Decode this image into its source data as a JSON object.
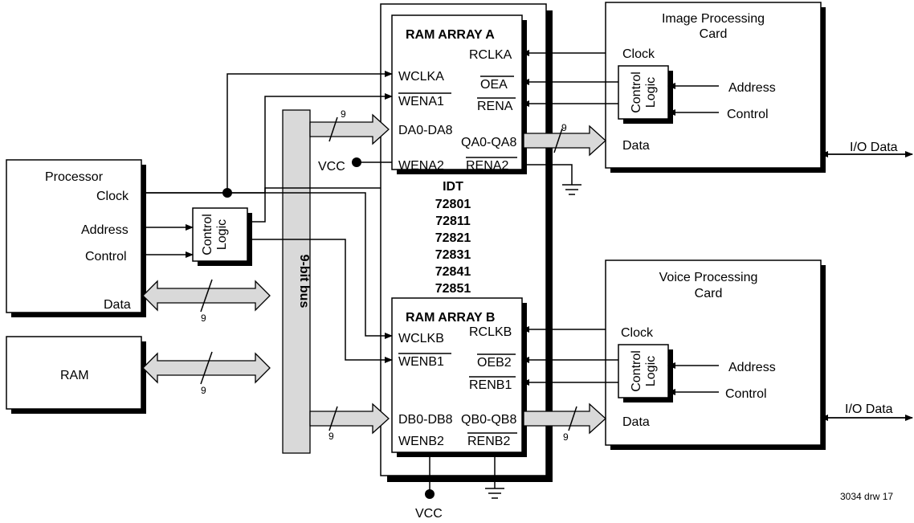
{
  "processor": {
    "title": "Processor",
    "clock": "Clock",
    "address": "Address",
    "control": "Control",
    "data": "Data"
  },
  "ram": {
    "label": "RAM"
  },
  "control_logic": {
    "line1": "Control",
    "line2": "Logic"
  },
  "bus": {
    "label": "9-bit bus",
    "width": "9"
  },
  "chip": {
    "idt": "IDT",
    "part_numbers": [
      "72801",
      "72811",
      "72821",
      "72831",
      "72841",
      "72851"
    ],
    "vcc": "VCC",
    "array_a": {
      "title": "RAM ARRAY A",
      "left": {
        "wclk": "WCLKA",
        "wen1": "WENA1",
        "data_in": "DA0-DA8",
        "wen2": "WENA2"
      },
      "right": {
        "rclk": "RCLKA",
        "oe": "OEA",
        "ren": "RENA",
        "data_out": "QA0-QA8",
        "ren2": "RENA2"
      }
    },
    "array_b": {
      "title": "RAM ARRAY B",
      "left": {
        "wclk": "WCLKB",
        "wen1": "WENB1",
        "data_in": "DB0-DB8",
        "wen2": "WENB2"
      },
      "right": {
        "rclk": "RCLKB",
        "oe": "OEB2",
        "ren": "RENB1",
        "data_out": "QB0-QB8",
        "ren2": "RENB2"
      }
    }
  },
  "image_card": {
    "title_line1": "Image Processing",
    "title_line2": "Card",
    "clock": "Clock",
    "address": "Address",
    "control": "Control",
    "data": "Data",
    "io": "I/O Data"
  },
  "voice_card": {
    "title_line1": "Voice Processing",
    "title_line2": "Card",
    "clock": "Clock",
    "address": "Address",
    "control": "Control",
    "data": "Data",
    "io": "I/O Data"
  },
  "drawing_ref": "3034 drw 17"
}
